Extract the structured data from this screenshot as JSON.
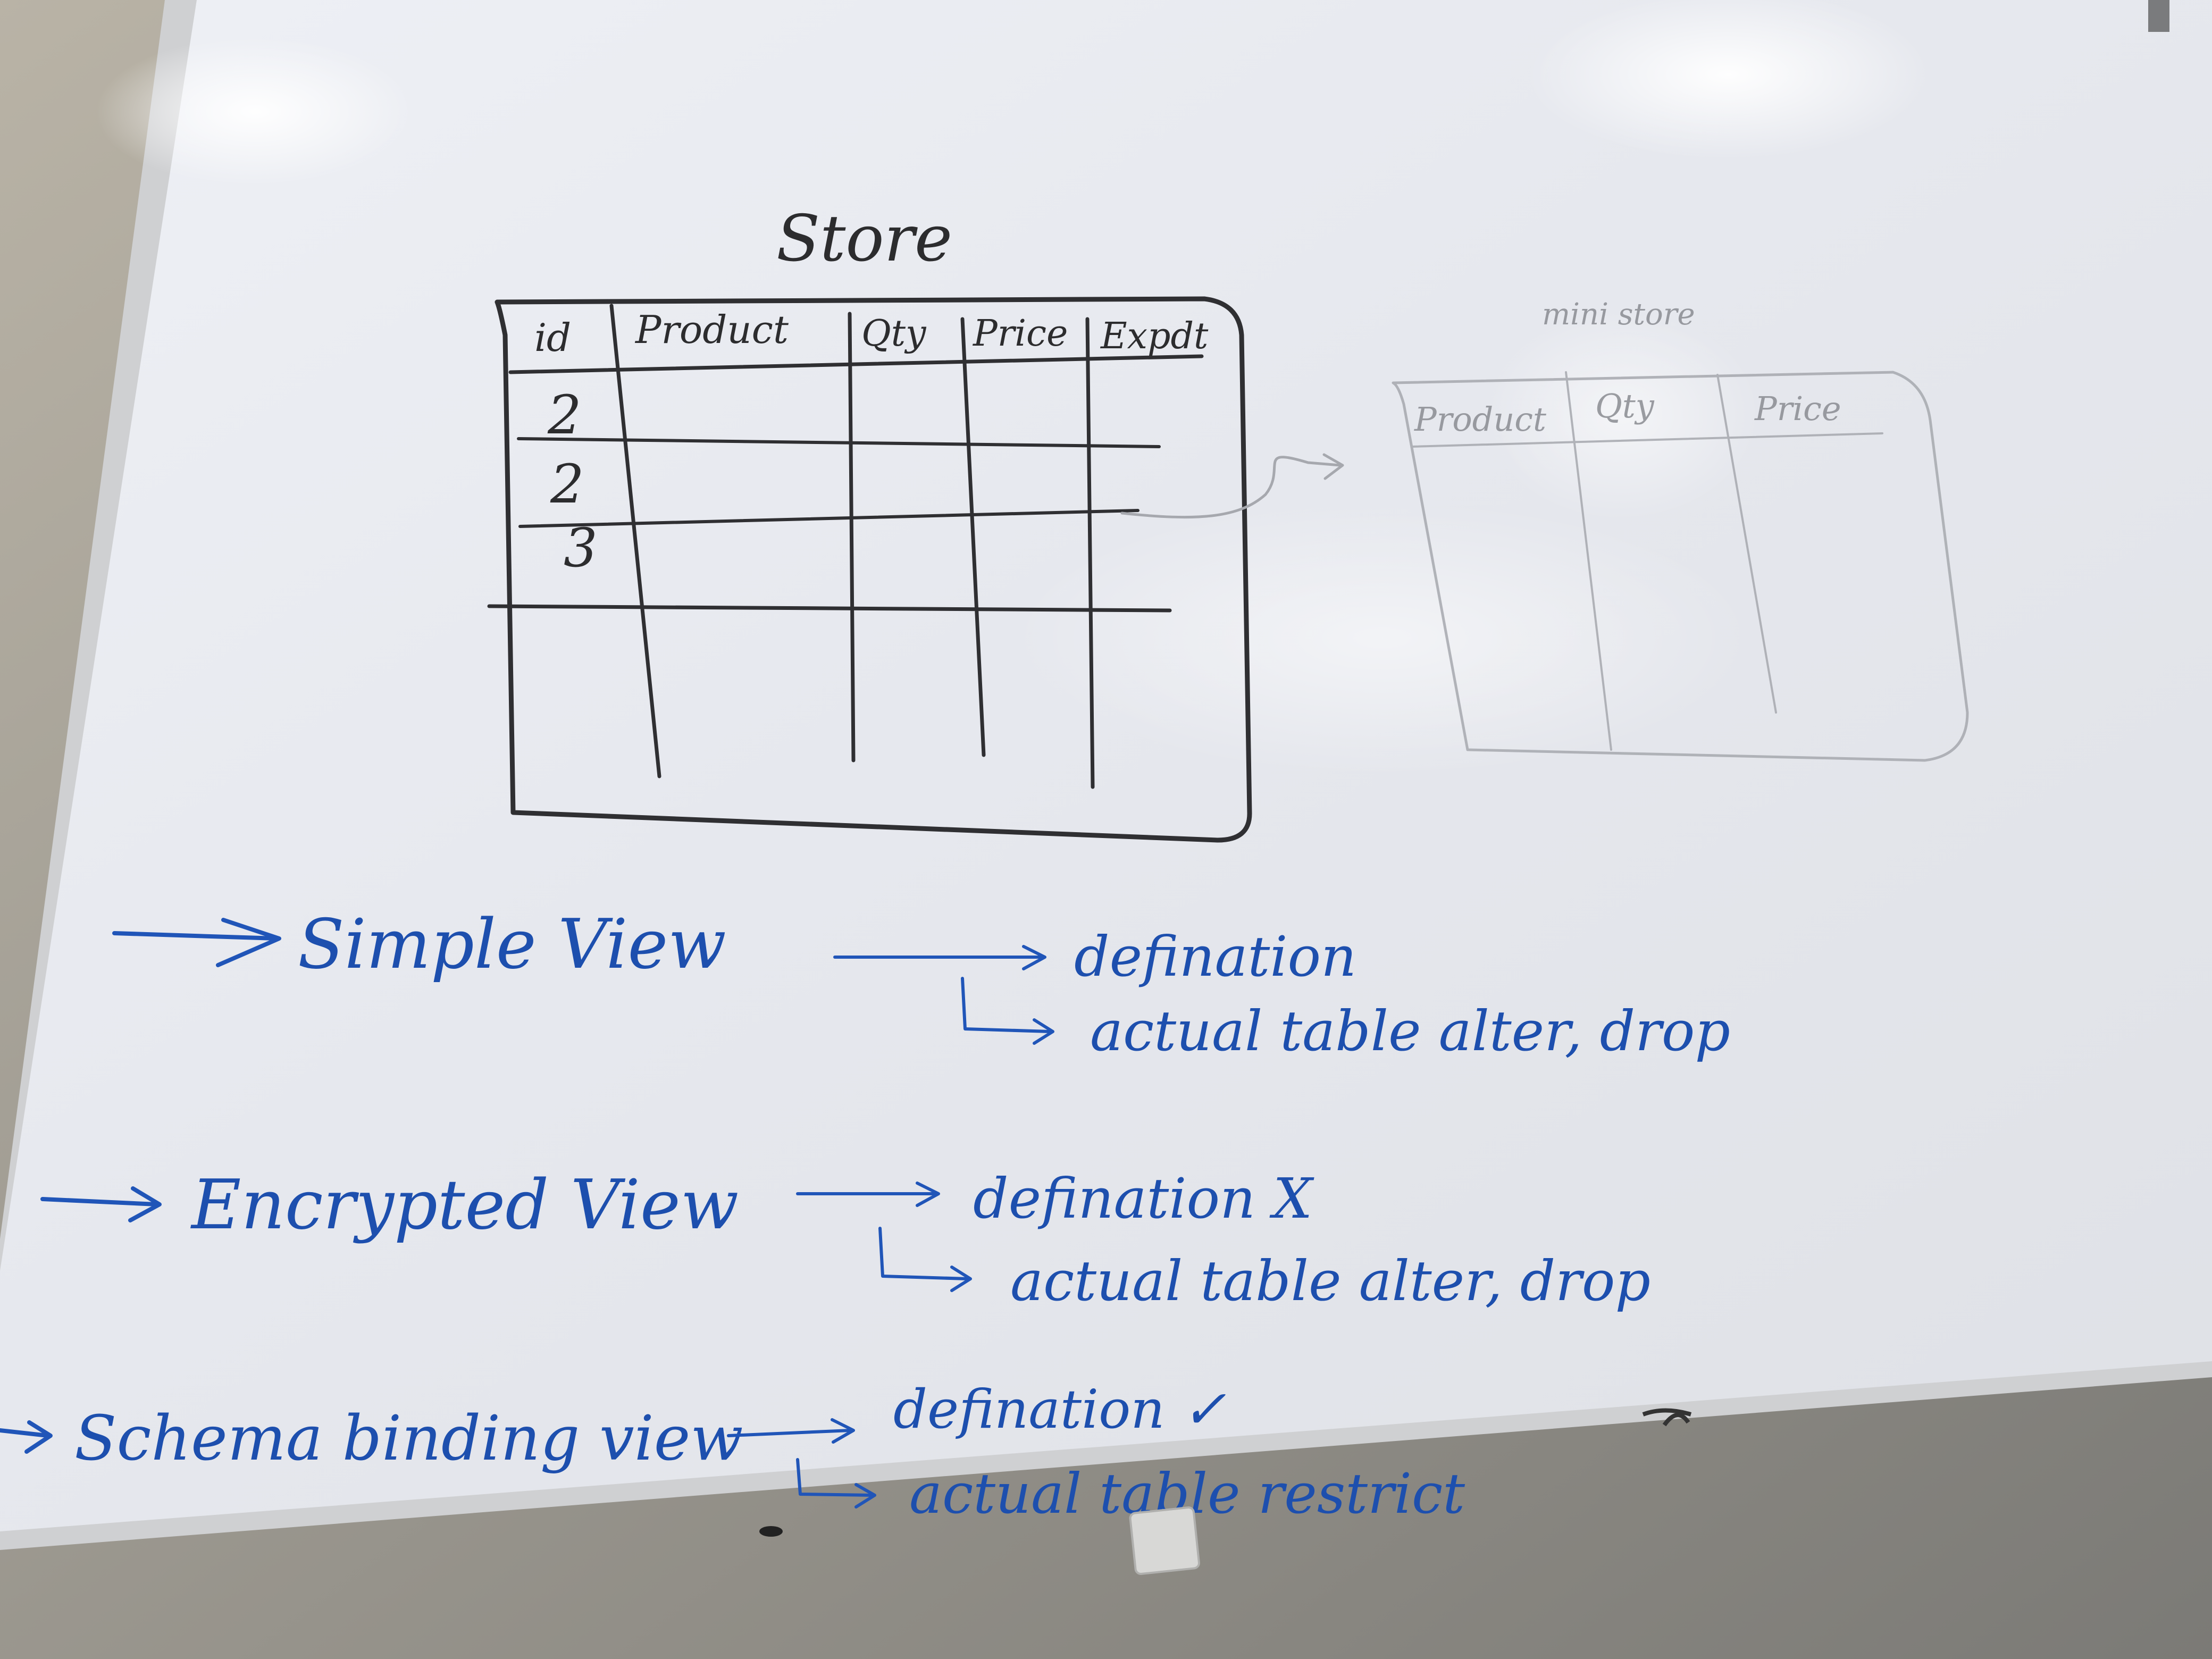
{
  "main_table": {
    "title": "Store",
    "headers": [
      "id",
      "Product",
      "Qty",
      "Price",
      "Expdt"
    ],
    "ids": [
      "2",
      "2",
      "3"
    ]
  },
  "view_table": {
    "title": "mini store",
    "headers": [
      "Product",
      "Qty",
      "Price"
    ]
  },
  "notes": [
    {
      "view": "Simple View",
      "definition": "defination",
      "table_action": "actual table alter, drop"
    },
    {
      "view": "Encrypted View",
      "definition": "defination X",
      "table_action": "actual table alter, drop"
    },
    {
      "view": "Schema binding view",
      "definition": "defination ✓",
      "table_action": "actual table restrict"
    }
  ],
  "colors": {
    "board": "#e9ebf0",
    "marker_black": "#2c2c2e",
    "marker_blue": "#1d4fae",
    "frame": "#c9cacb"
  }
}
